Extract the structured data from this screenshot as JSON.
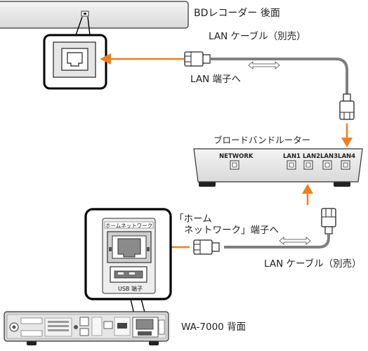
{
  "bd_recorder": {
    "label": "BDレコーダー 後面"
  },
  "cables": {
    "top_label": "LAN ケーブル（別売）",
    "bottom_label": "LAN ケーブル（別売）"
  },
  "lan_port_label": "LAN 端子へ",
  "router": {
    "label": "ブロードバンドルーター",
    "network_port": "NETWORK",
    "lan_ports_label": "LAN1 LAN2LAN3LAN4"
  },
  "home_network": {
    "label_line1": "「ホーム",
    "label_line2": "ネットワーク」端子へ",
    "panel_title": "ホームネットワーク",
    "usb_label": "USB 端子"
  },
  "wa7000": {
    "label": "WA-7000 背面"
  },
  "colors": {
    "arrow": "#f07f1e",
    "cable": "#808080",
    "device_fill": "#e9e9e9",
    "outline": "#000000"
  }
}
